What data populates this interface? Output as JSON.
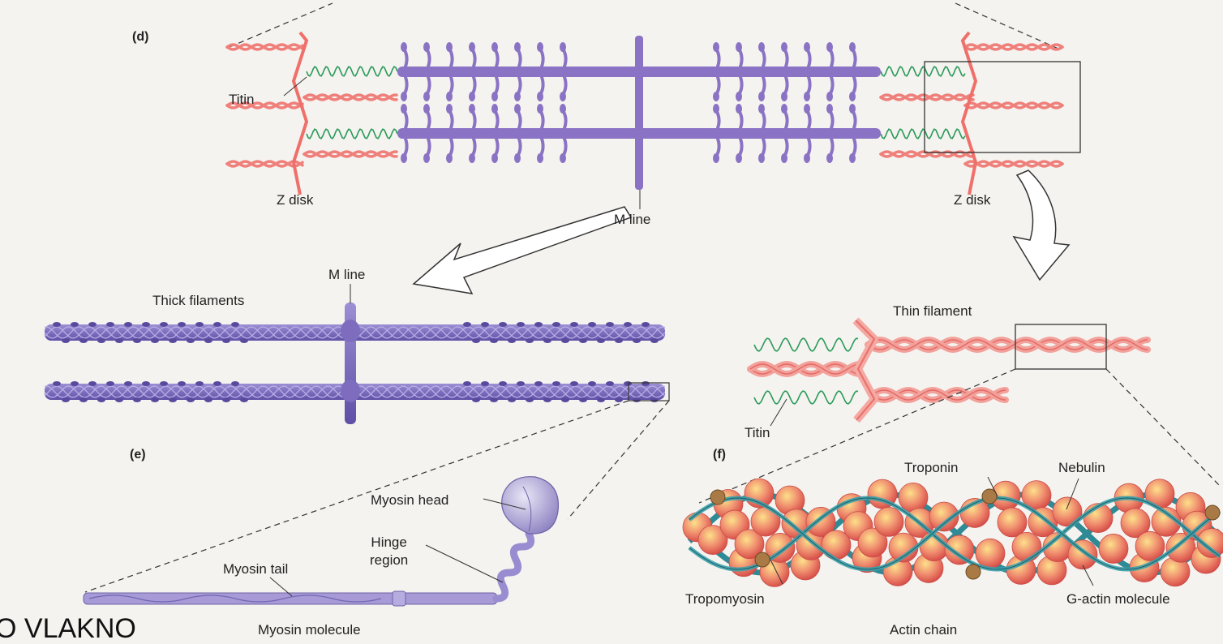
{
  "panels": {
    "d": "(d)",
    "e": "(e)",
    "f": "(f)"
  },
  "labels": {
    "titin_top": "Titin",
    "z_disk_left": "Z disk",
    "z_disk_right": "Z disk",
    "m_line_top": "M line",
    "m_line_thick": "M line",
    "thick_filaments": "Thick filaments",
    "thin_filament": "Thin filament",
    "titin_thin": "Titin",
    "myosin_head": "Myosin head",
    "hinge_region": "Hinge\nregion",
    "myosin_tail": "Myosin tail",
    "myosin_molecule": "Myosin molecule",
    "troponin": "Troponin",
    "nebulin": "Nebulin",
    "tropomyosin": "Tropomyosin",
    "g_actin": "G-actin molecule",
    "actin_chain": "Actin chain"
  },
  "overlay_text": "O VLAKNO",
  "colors": {
    "background": "#f5f3ef",
    "actin": "#ef7f7a",
    "myosin": "#8a73c4",
    "titin": "#2a9a5a",
    "g_actin": "#ef8a6a",
    "tropomyosin": "#2e8a95",
    "troponin": "#a97a45"
  }
}
